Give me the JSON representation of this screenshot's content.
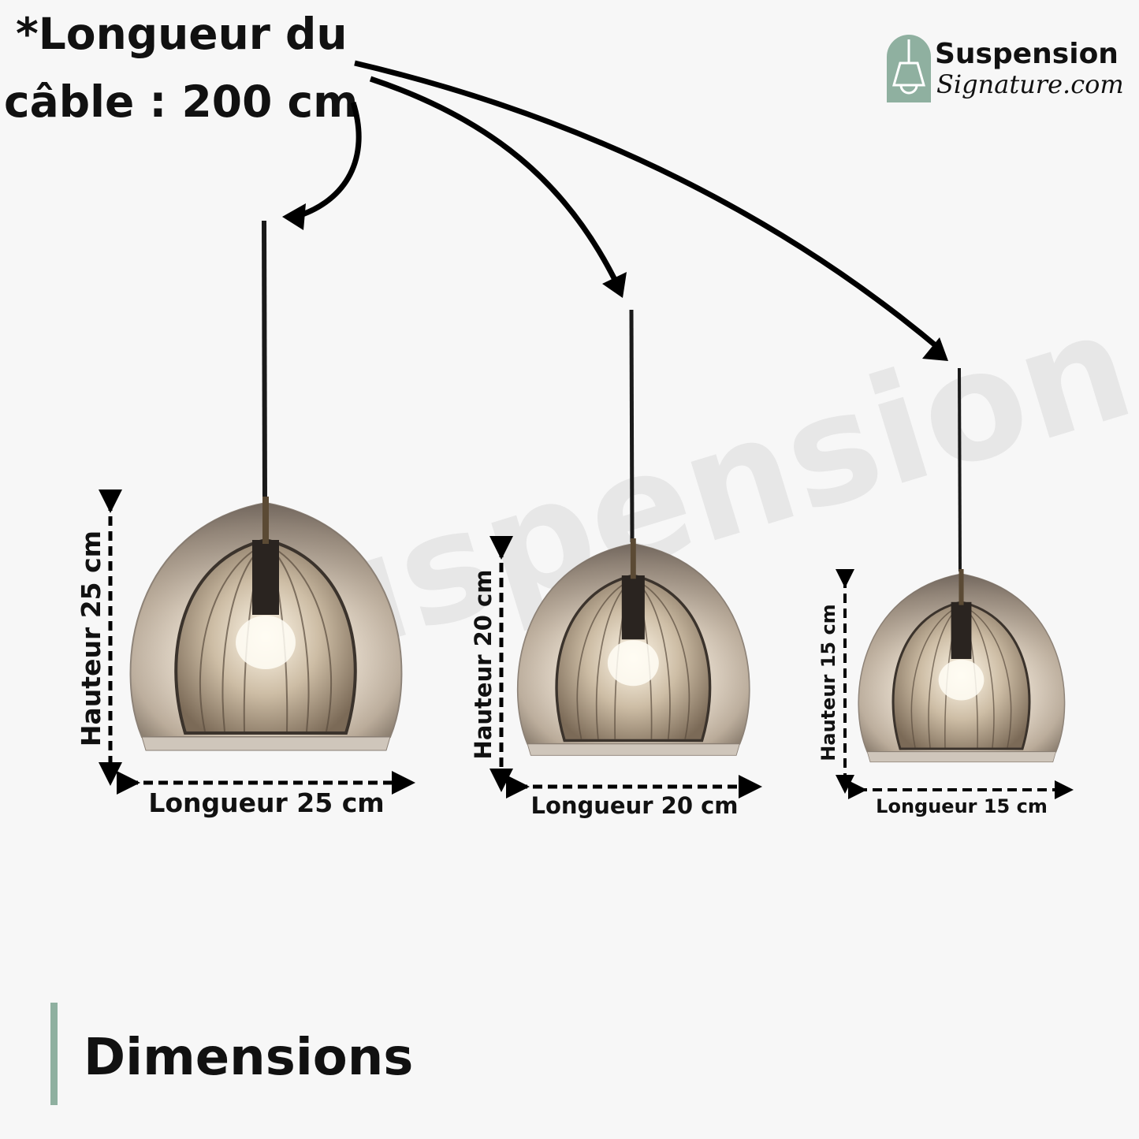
{
  "header": {
    "line1": "*Longueur du",
    "line2": "câble : 200 cm"
  },
  "logo": {
    "brand_top": "Suspension",
    "brand_bottom": "Signature.com",
    "icon": "pendant-lamp-icon",
    "color": "#8fb0a0"
  },
  "watermark": "Suspension",
  "lamps": [
    {
      "height_label": "Hauteur 25 cm",
      "width_label": "Longueur 25 cm"
    },
    {
      "height_label": "Hauteur 20 cm",
      "width_label": "Longueur 20 cm"
    },
    {
      "height_label": "Hauteur 15 cm",
      "width_label": "Longueur 15 cm"
    }
  ],
  "footer": {
    "title": "Dimensions",
    "accent_color": "#8fb0a0"
  }
}
